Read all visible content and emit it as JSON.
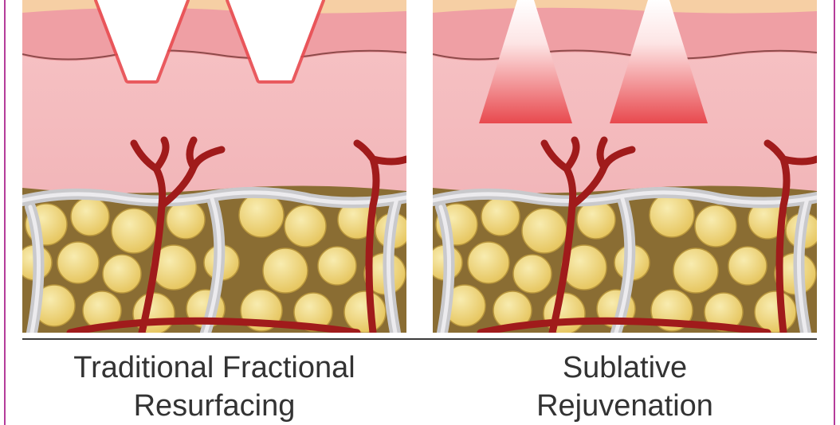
{
  "panels": [
    {
      "caption_line1": "Traditional Fractional",
      "caption_line2": "Resurfacing",
      "treatment": "ablative-v-channels"
    },
    {
      "caption_line1": "Sublative",
      "caption_line2": "Rejuvenation",
      "treatment": "sublative-cones"
    }
  ],
  "colors": {
    "frame": "#b43c9a",
    "epidermis": "#f6cfa4",
    "papillary_dermis": "#ef9fa4",
    "dermis": "#f7c4c6",
    "deep_dermis": "#f2b6b9",
    "fat_background": "#8a6d33",
    "fat_cells": "#e5c35a",
    "fat_highlight": "#f8ecb0",
    "septa": "#c9c9cc",
    "vessels": "#a01b1b",
    "heat": "#e8494e"
  }
}
